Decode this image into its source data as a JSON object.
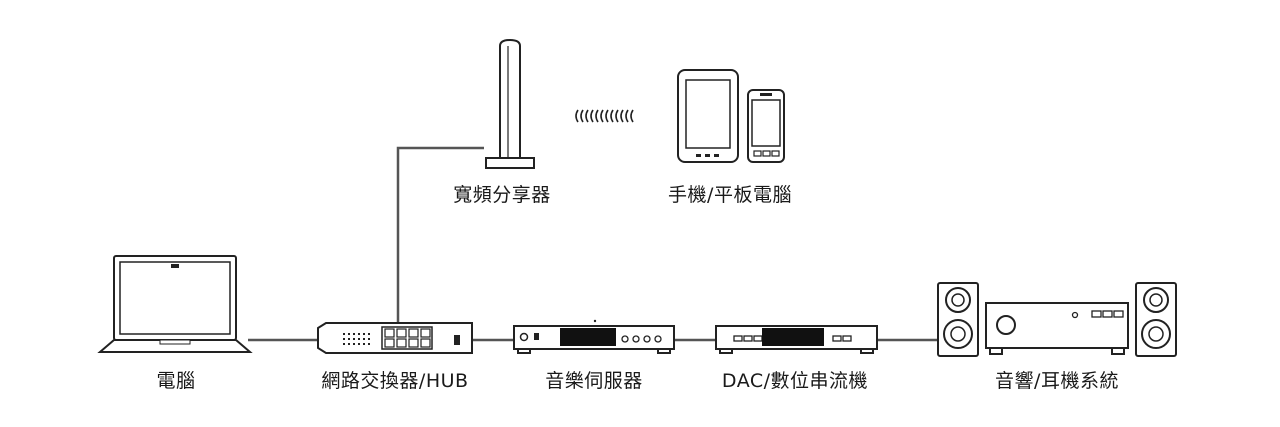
{
  "labels": {
    "router": "寬頻分享器",
    "mobile": "手機/平板電腦",
    "computer": "電腦",
    "switch": "網路交換器/HUB",
    "server": "音樂伺服器",
    "dac": "DAC/數位串流機",
    "audio": "音響/耳機系統"
  },
  "colors": {
    "line": "#555555",
    "stroke": "#222222",
    "screen": "#111111"
  },
  "icons": {
    "laptop": "laptop-icon",
    "switch": "network-switch-icon",
    "router": "wifi-router-icon",
    "wifi": "wifi-signal-icon",
    "tablet": "tablet-icon",
    "phone": "phone-icon",
    "server": "music-server-icon",
    "dac": "dac-streamer-icon",
    "speaker": "speaker-icon",
    "amplifier": "amplifier-icon"
  }
}
